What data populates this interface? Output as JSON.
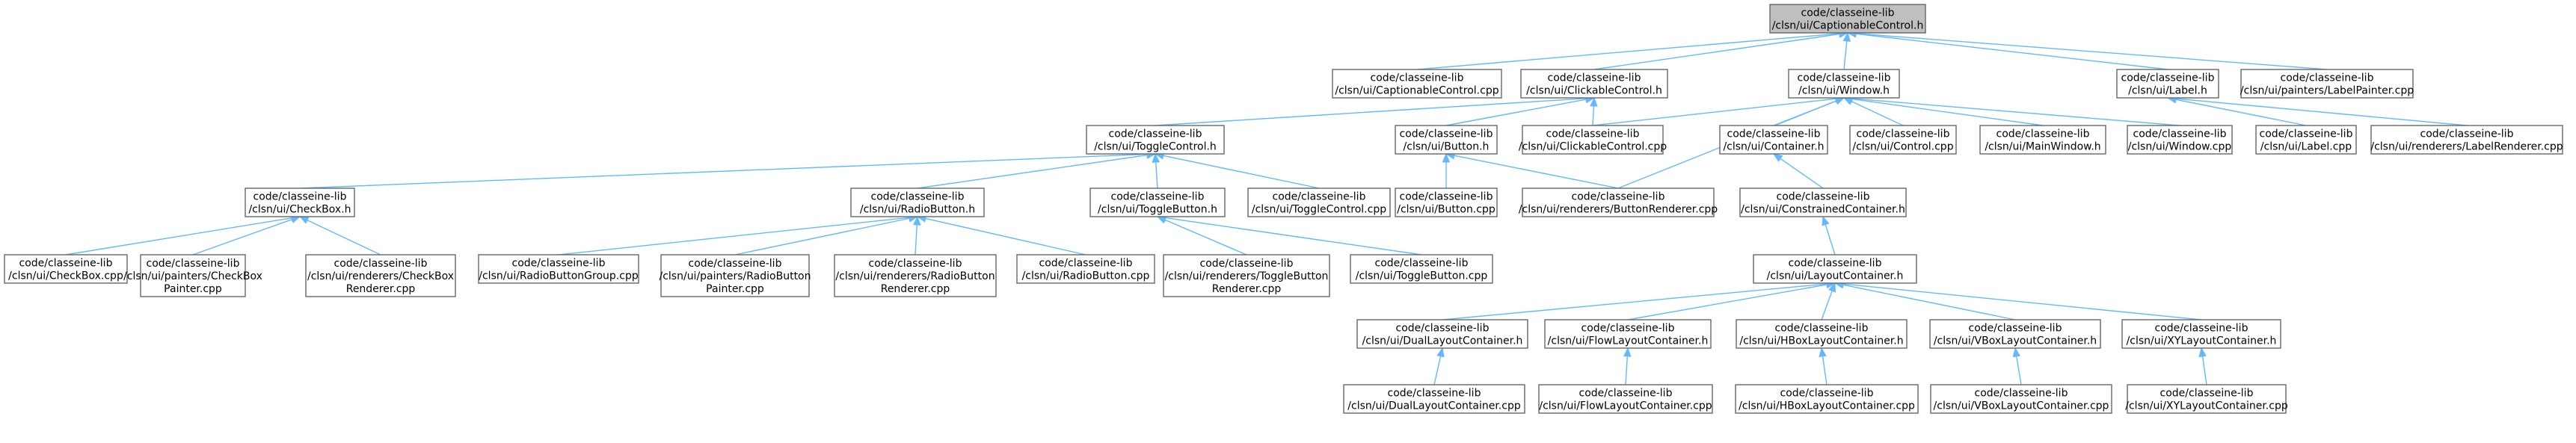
{
  "nodes": [
    {
      "id": "root",
      "lines": [
        "code/classeine-lib",
        "/clsn/ui/CaptionableControl.h"
      ],
      "root": true
    },
    {
      "id": "capcpp",
      "lines": [
        "code/classeine-lib",
        "/clsn/ui/CaptionableControl.cpp"
      ]
    },
    {
      "id": "clickh",
      "lines": [
        "code/classeine-lib",
        "/clsn/ui/ClickableControl.h"
      ]
    },
    {
      "id": "windowh",
      "lines": [
        "code/classeine-lib",
        "/clsn/ui/Window.h"
      ]
    },
    {
      "id": "labelh",
      "lines": [
        "code/classeine-lib",
        "/clsn/ui/Label.h"
      ]
    },
    {
      "id": "labelpainter",
      "lines": [
        "code/classeine-lib",
        "/clsn/ui/painters/LabelPainter.cpp"
      ]
    },
    {
      "id": "toggleh",
      "lines": [
        "code/classeine-lib",
        "/clsn/ui/ToggleControl.h"
      ]
    },
    {
      "id": "buttonh",
      "lines": [
        "code/classeine-lib",
        "/clsn/ui/Button.h"
      ]
    },
    {
      "id": "clickcpp",
      "lines": [
        "code/classeine-lib",
        "/clsn/ui/ClickableControl.cpp"
      ]
    },
    {
      "id": "containerh",
      "lines": [
        "code/classeine-lib",
        "/clsn/ui/Container.h"
      ]
    },
    {
      "id": "controlcpp",
      "lines": [
        "code/classeine-lib",
        "/clsn/ui/Control.cpp"
      ]
    },
    {
      "id": "mainwindowh",
      "lines": [
        "code/classeine-lib",
        "/clsn/ui/MainWindow.h"
      ]
    },
    {
      "id": "windowcpp",
      "lines": [
        "code/classeine-lib",
        "/clsn/ui/Window.cpp"
      ]
    },
    {
      "id": "labelcpp",
      "lines": [
        "code/classeine-lib",
        "/clsn/ui/Label.cpp"
      ]
    },
    {
      "id": "labelrenderer",
      "lines": [
        "code/classeine-lib",
        "/clsn/ui/renderers/LabelRenderer.cpp"
      ]
    },
    {
      "id": "checkboxh",
      "lines": [
        "code/classeine-lib",
        "/clsn/ui/CheckBox.h"
      ]
    },
    {
      "id": "radioh",
      "lines": [
        "code/classeine-lib",
        "/clsn/ui/RadioButton.h"
      ]
    },
    {
      "id": "togglebtnh",
      "lines": [
        "code/classeine-lib",
        "/clsn/ui/ToggleButton.h"
      ]
    },
    {
      "id": "togglecpp",
      "lines": [
        "code/classeine-lib",
        "/clsn/ui/ToggleControl.cpp"
      ]
    },
    {
      "id": "buttoncpp",
      "lines": [
        "code/classeine-lib",
        "/clsn/ui/Button.cpp"
      ]
    },
    {
      "id": "buttonrenderer",
      "lines": [
        "code/classeine-lib",
        "/clsn/ui/renderers/ButtonRenderer.cpp"
      ]
    },
    {
      "id": "constrainedh",
      "lines": [
        "code/classeine-lib",
        "/clsn/ui/ConstrainedContainer.h"
      ]
    },
    {
      "id": "checkboxcpp",
      "lines": [
        "code/classeine-lib",
        "/clsn/ui/CheckBox.cpp"
      ]
    },
    {
      "id": "checkboxpainter",
      "lines": [
        "code/classeine-lib",
        "/clsn/ui/painters/CheckBox",
        "Painter.cpp"
      ]
    },
    {
      "id": "checkboxrenderer",
      "lines": [
        "code/classeine-lib",
        "/clsn/ui/renderers/CheckBox",
        "Renderer.cpp"
      ]
    },
    {
      "id": "radiogroup",
      "lines": [
        "code/classeine-lib",
        "/clsn/ui/RadioButtonGroup.cpp"
      ]
    },
    {
      "id": "radiopainter",
      "lines": [
        "code/classeine-lib",
        "/clsn/ui/painters/RadioButton",
        "Painter.cpp"
      ]
    },
    {
      "id": "radiorenderer",
      "lines": [
        "code/classeine-lib",
        "/clsn/ui/renderers/RadioButton",
        "Renderer.cpp"
      ]
    },
    {
      "id": "radiocpp",
      "lines": [
        "code/classeine-lib",
        "/clsn/ui/RadioButton.cpp"
      ]
    },
    {
      "id": "togglebtnrenderer",
      "lines": [
        "code/classeine-lib",
        "/clsn/ui/renderers/ToggleButton",
        "Renderer.cpp"
      ]
    },
    {
      "id": "togglebtncpp",
      "lines": [
        "code/classeine-lib",
        "/clsn/ui/ToggleButton.cpp"
      ]
    },
    {
      "id": "layouth",
      "lines": [
        "code/classeine-lib",
        "/clsn/ui/LayoutContainer.h"
      ]
    },
    {
      "id": "duallayouth",
      "lines": [
        "code/classeine-lib",
        "/clsn/ui/DualLayoutContainer.h"
      ]
    },
    {
      "id": "flowlayouth",
      "lines": [
        "code/classeine-lib",
        "/clsn/ui/FlowLayoutContainer.h"
      ]
    },
    {
      "id": "hboxh",
      "lines": [
        "code/classeine-lib",
        "/clsn/ui/HBoxLayoutContainer.h"
      ]
    },
    {
      "id": "vboxh",
      "lines": [
        "code/classeine-lib",
        "/clsn/ui/VBoxLayoutContainer.h"
      ]
    },
    {
      "id": "xyh",
      "lines": [
        "code/classeine-lib",
        "/clsn/ui/XYLayoutContainer.h"
      ]
    },
    {
      "id": "duallayoutcpp",
      "lines": [
        "code/classeine-lib",
        "/clsn/ui/DualLayoutContainer.cpp"
      ]
    },
    {
      "id": "flowlayoutcpp",
      "lines": [
        "code/classeine-lib",
        "/clsn/ui/FlowLayoutContainer.cpp"
      ]
    },
    {
      "id": "hboxcpp",
      "lines": [
        "code/classeine-lib",
        "/clsn/ui/HBoxLayoutContainer.cpp"
      ]
    },
    {
      "id": "vboxcpp",
      "lines": [
        "code/classeine-lib",
        "/clsn/ui/VBoxLayoutContainer.cpp"
      ]
    },
    {
      "id": "xycpp",
      "lines": [
        "code/classeine-lib",
        "/clsn/ui/XYLayoutContainer.cpp"
      ]
    }
  ],
  "edges": [
    [
      "capcpp",
      "root"
    ],
    [
      "clickh",
      "root"
    ],
    [
      "windowh",
      "root"
    ],
    [
      "labelh",
      "root"
    ],
    [
      "labelpainter",
      "root"
    ],
    [
      "toggleh",
      "clickh"
    ],
    [
      "buttonh",
      "clickh"
    ],
    [
      "clickcpp",
      "clickh"
    ],
    [
      "clickcpp",
      "windowh"
    ],
    [
      "containerh",
      "windowh"
    ],
    [
      "controlcpp",
      "windowh"
    ],
    [
      "mainwindowh",
      "windowh"
    ],
    [
      "windowcpp",
      "windowh"
    ],
    [
      "buttonrenderer",
      "windowh"
    ],
    [
      "labelcpp",
      "labelh"
    ],
    [
      "labelrenderer",
      "labelh"
    ],
    [
      "checkboxh",
      "toggleh"
    ],
    [
      "radioh",
      "toggleh"
    ],
    [
      "togglebtnh",
      "toggleh"
    ],
    [
      "togglecpp",
      "toggleh"
    ],
    [
      "buttoncpp",
      "buttonh"
    ],
    [
      "buttonrenderer",
      "buttonh"
    ],
    [
      "constrainedh",
      "containerh"
    ],
    [
      "checkboxcpp",
      "checkboxh"
    ],
    [
      "checkboxpainter",
      "checkboxh"
    ],
    [
      "checkboxrenderer",
      "checkboxh"
    ],
    [
      "radiogroup",
      "radioh"
    ],
    [
      "radiopainter",
      "radioh"
    ],
    [
      "radiorenderer",
      "radioh"
    ],
    [
      "radiocpp",
      "radioh"
    ],
    [
      "togglebtnrenderer",
      "togglebtnh"
    ],
    [
      "togglebtncpp",
      "togglebtnh"
    ],
    [
      "layouth",
      "constrainedh"
    ],
    [
      "duallayouth",
      "layouth"
    ],
    [
      "flowlayouth",
      "layouth"
    ],
    [
      "hboxh",
      "layouth"
    ],
    [
      "vboxh",
      "layouth"
    ],
    [
      "xyh",
      "layouth"
    ],
    [
      "duallayoutcpp",
      "duallayouth"
    ],
    [
      "flowlayoutcpp",
      "flowlayouth"
    ],
    [
      "hboxcpp",
      "hboxh"
    ],
    [
      "vboxcpp",
      "vboxh"
    ],
    [
      "xycpp",
      "xyh"
    ]
  ]
}
